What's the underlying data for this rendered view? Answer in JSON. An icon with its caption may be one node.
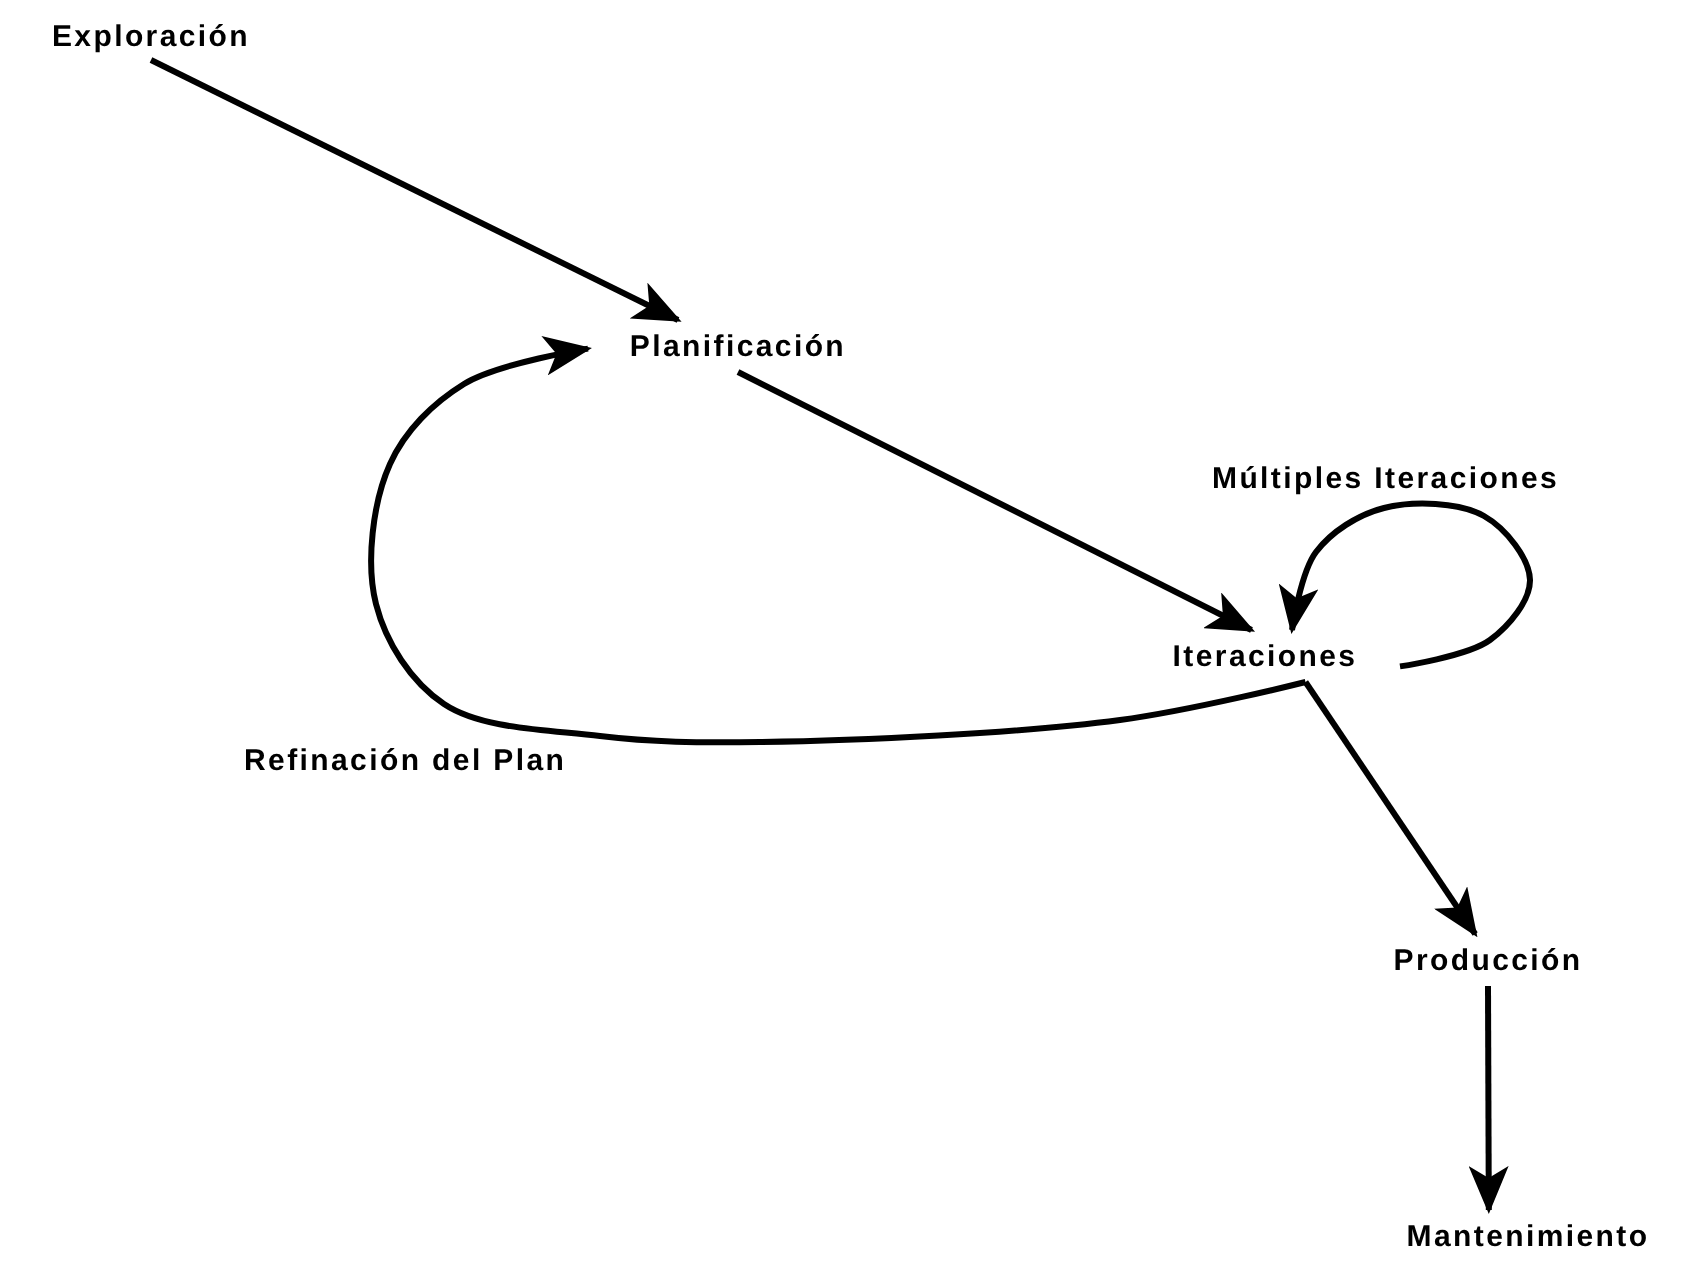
{
  "diagram": {
    "nodes": [
      {
        "text": [
          "Exploración"
        ]
      },
      {
        "text": [
          "Planificación"
        ]
      },
      {
        "text": [
          "Iteraciones"
        ]
      },
      {
        "text": [
          "Producción"
        ]
      },
      {
        "text": [
          "Mantenimiento"
        ]
      }
    ],
    "edges": [
      {
        "from": 0,
        "to": 1,
        "arrow": "to"
      },
      {
        "from": 1,
        "to": 2,
        "arrow": "to"
      },
      {
        "from": 2,
        "to": 2,
        "arrow": "to",
        "label": "Múltiples Iteraciones"
      },
      {
        "from": 2,
        "to": 1,
        "arrow": "to",
        "label": "Refinación del Plan"
      },
      {
        "from": 2,
        "to": 3,
        "arrow": "to"
      },
      {
        "from": 3,
        "to": 4,
        "arrow": "to"
      }
    ]
  }
}
